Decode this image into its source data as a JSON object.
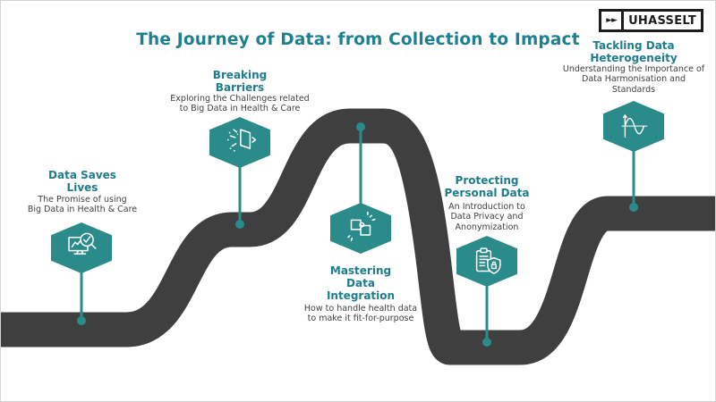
{
  "page": {
    "title": "The Journey of Data: from Collection to Impact"
  },
  "logo": {
    "brand": "UHASSELT",
    "arrows_glyph": "►►"
  },
  "colors": {
    "teal_shapes": "#2b8b8b",
    "teal_headings": "#1e7d8d",
    "road": "#3f3f3f",
    "body_text": "#3f3f3f",
    "logo_black": "#1c1c1c"
  },
  "milestones": [
    {
      "id": "data-saves-lives",
      "icon": "monitor-analysis-icon",
      "title_lines": [
        "Data Saves",
        "Lives"
      ],
      "desc_lines": [
        "The Promise of using",
        "Big Data in Health & Care"
      ]
    },
    {
      "id": "breaking-barriers",
      "icon": "breakthrough-door-icon",
      "title_lines": [
        "Breaking",
        "Barriers"
      ],
      "desc_lines": [
        "Exploring the Challenges related",
        "to Big Data in Health & Care"
      ]
    },
    {
      "id": "mastering-data-integration",
      "icon": "puzzle-pieces-icon",
      "title_lines": [
        "Mastering",
        "Data",
        "Integration"
      ],
      "desc_lines": [
        "How to handle health data",
        "to make it fit-for-purpose"
      ]
    },
    {
      "id": "protecting-personal-data",
      "icon": "clipboard-shield-icon",
      "title_lines": [
        "Protecting",
        "Personal Data"
      ],
      "desc_lines": [
        "An Introduction to",
        "Data Privacy and",
        "Anonymization"
      ]
    },
    {
      "id": "tackling-data-heterogeneity",
      "icon": "sine-wave-icon",
      "title_lines": [
        "Tackling Data",
        "Heterogeneity"
      ],
      "desc_lines": [
        "Understanding the Importance of",
        "Data Harmonisation and",
        "Standards"
      ]
    }
  ]
}
